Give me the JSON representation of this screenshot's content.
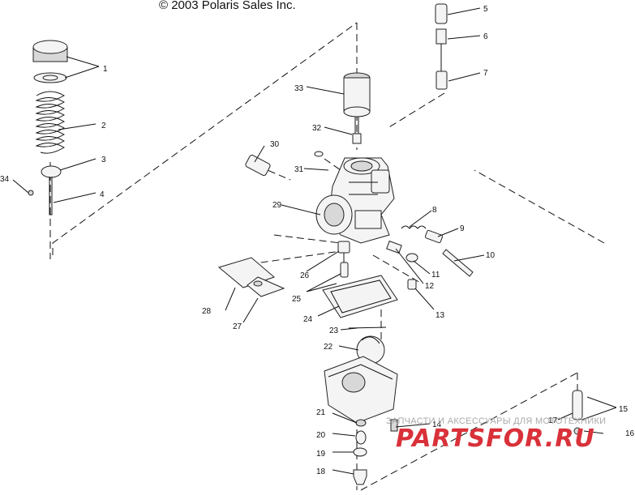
{
  "copyright": "© 2003 Polaris Sales Inc.",
  "callouts": [
    "1",
    "2",
    "3",
    "4",
    "5",
    "6",
    "7",
    "8",
    "9",
    "10",
    "11",
    "12",
    "13",
    "14",
    "15",
    "16",
    "17",
    "18",
    "19",
    "20",
    "21",
    "22",
    "23",
    "24",
    "25",
    "26",
    "27",
    "28",
    "29",
    "30",
    "31",
    "32",
    "33",
    "34"
  ],
  "watermark": {
    "tagline": "ЗАПЧАСТИ И АКСЕССУАРЫ ДЛЯ МОТОТЕХНИКИ",
    "brand": "PARTSFOR.RU",
    "brand_color": "#d9313a"
  }
}
